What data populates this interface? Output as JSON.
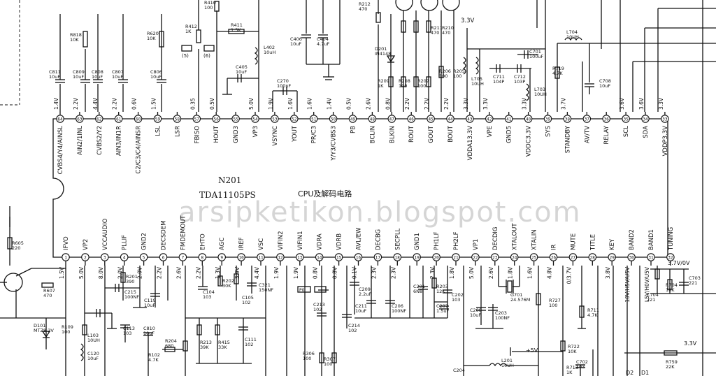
{
  "ic": {
    "ref": "N201",
    "part": "TDA11105PS",
    "title": "CPU及解码电路"
  },
  "watermark": "arsipketikon.blogspot.com",
  "supplies": {
    "top": "3.3V",
    "right_mid": "3.7V/0V",
    "bottom_right": "3.3V",
    "bottom_mid": "+5V"
  },
  "top_pins": [
    {
      "num": "64",
      "name": "CVBS4/Y4/AINSL",
      "v": "1.4V"
    },
    {
      "num": "63",
      "name": "AIN2/1INL",
      "v": "2.2V"
    },
    {
      "num": "62",
      "name": "CVBS2/Y2",
      "v": "4.4V"
    },
    {
      "num": "61",
      "name": "AIN3/IN1R",
      "v": "2.2V"
    },
    {
      "num": "60",
      "name": "C2/C3/C4/AINSR",
      "v": "0.6V"
    },
    {
      "num": "59",
      "name": "LSL",
      "v": "1.5V"
    },
    {
      "num": "58",
      "name": "LSR",
      "v": ""
    },
    {
      "num": "57",
      "name": "FBISO",
      "v": "0.35"
    },
    {
      "num": "56",
      "name": "HOUT",
      "v": "0.5V"
    },
    {
      "num": "55",
      "name": "GND3",
      "v": ""
    },
    {
      "num": "54",
      "name": "VP3",
      "v": "5.0V"
    },
    {
      "num": "53",
      "name": "VSYNC",
      "v": "1.9V"
    },
    {
      "num": "52",
      "name": "YOUT",
      "v": "1.6V"
    },
    {
      "num": "51",
      "name": "PR/C3",
      "v": "1.6V"
    },
    {
      "num": "50",
      "name": "Y/Y3/CVBS3",
      "v": "1.4V"
    },
    {
      "num": "49",
      "name": "PB",
      "v": "0.5V"
    },
    {
      "num": "48",
      "name": "BCLIN",
      "v": "2.6V"
    },
    {
      "num": "47",
      "name": "BLKIN",
      "v": "0.8V"
    },
    {
      "num": "46",
      "name": "ROUT",
      "v": "2.2V"
    },
    {
      "num": "45",
      "name": "GOUT",
      "v": "2.2V"
    },
    {
      "num": "44",
      "name": "BOUT",
      "v": "2.2V"
    },
    {
      "num": "43",
      "name": "VDDA13.3V",
      "v": "3.3V"
    },
    {
      "num": "42",
      "name": "VPE",
      "v": "3.3V"
    },
    {
      "num": "41",
      "name": "GND5",
      "v": ""
    },
    {
      "num": "40",
      "name": "VDDC3.3V",
      "v": "3.3V"
    },
    {
      "num": "39",
      "name": "SYS",
      "v": ""
    },
    {
      "num": "38",
      "name": "STANDBY",
      "v": "3.7V"
    },
    {
      "num": "37",
      "name": "AV/TV",
      "v": ""
    },
    {
      "num": "36",
      "name": "RELAY",
      "v": ""
    },
    {
      "num": "35",
      "name": "SCL",
      "v": "3.6V"
    },
    {
      "num": "34",
      "name": "SDA",
      "v": "3.6V"
    },
    {
      "num": "33",
      "name": "VDDP3.3V",
      "v": "3.3V"
    }
  ],
  "bottom_pins": [
    {
      "num": "1",
      "name": "IFVO",
      "v": "1.5V"
    },
    {
      "num": "2",
      "name": "VP2",
      "v": "5.0V"
    },
    {
      "num": "3",
      "name": "VCCAUDIO",
      "v": "8.0V"
    },
    {
      "num": "4",
      "name": "PLLIF",
      "v": "2.0V"
    },
    {
      "num": "5",
      "name": "GND2",
      "v": "2.0V"
    },
    {
      "num": "6",
      "name": "DECSDEM",
      "v": "2.2V"
    },
    {
      "num": "7",
      "name": "FMDEMOUT",
      "v": "2.6V"
    },
    {
      "num": "8",
      "name": "EHTO",
      "v": "2.2V"
    },
    {
      "num": "9",
      "name": "AGC",
      "v": "1.3V"
    },
    {
      "num": "10",
      "name": "IREF",
      "v": "3.9V"
    },
    {
      "num": "11",
      "name": "VSC",
      "v": "4.4V"
    },
    {
      "num": "12",
      "name": "VIFIN2",
      "v": "1.9V"
    },
    {
      "num": "13",
      "name": "VIFIN1",
      "v": "1.9V"
    },
    {
      "num": "14",
      "name": "VDRA",
      "v": "0.8V"
    },
    {
      "num": "15",
      "name": "VDRB",
      "v": "0.8V"
    },
    {
      "num": "16",
      "name": "AVL/EW",
      "v": "0.1V"
    },
    {
      "num": "17",
      "name": "DECBG",
      "v": "2.3V"
    },
    {
      "num": "18",
      "name": "SECPLL",
      "v": "2.3V"
    },
    {
      "num": "19",
      "name": "GND1",
      "v": ""
    },
    {
      "num": "20",
      "name": "PH1LF",
      "v": "2.3V"
    },
    {
      "num": "21",
      "name": "PH2LF",
      "v": "1.8V"
    },
    {
      "num": "22",
      "name": "VP1",
      "v": "5.0V"
    },
    {
      "num": "23",
      "name": "DECDIG",
      "v": "2.6V"
    },
    {
      "num": "24",
      "name": "XTALOUT",
      "v": "1.8V"
    },
    {
      "num": "25",
      "name": "XTALIN",
      "v": "1.6V"
    },
    {
      "num": "26",
      "name": "IR",
      "v": "4.8V"
    },
    {
      "num": "27",
      "name": "MUTE",
      "v": "0/3.7V"
    },
    {
      "num": "28",
      "name": "TITLE",
      "v": ""
    },
    {
      "num": "29",
      "name": "KEY",
      "v": "3.8V"
    },
    {
      "num": "30",
      "name": "BAND2",
      "v": "10V/H5V/U5V"
    },
    {
      "num": "31",
      "name": "BAND1",
      "v": "L5V/H0V/U5V"
    },
    {
      "num": "32",
      "name": "TUNING",
      "v": ""
    }
  ],
  "components": {
    "top": [
      "C811\n10uF",
      "C809\n10uF",
      "C808\n10uF",
      "C807\n10uF",
      "C806\n10uF",
      "R818\n10K",
      "R620\n10K",
      "R412\n1K",
      "R410\n100",
      "R411\n1.5K",
      "L402\n10uH",
      "C405\n10uF",
      "C406\n10uF",
      "C404\n4.7uF",
      "C270\n100nF",
      "R212\n470",
      "R211\n470",
      "R210\n470",
      "R209\n1K",
      "R208\n100",
      "R207\n100",
      "R206\n100",
      "R205\n100",
      "D201\nIN4148",
      "L705\n10UH",
      "C711\n104P",
      "C712\n103P",
      "L703\n10UH",
      "C701\n100uF",
      "L704\n10UH",
      "R719\n4.7K",
      "C708\n10uF"
    ],
    "bottom": [
      "R605\n220",
      "R607\n470",
      "D101\nMTZ8.2V",
      "R109\n100",
      "L103\n10UH",
      "C120\n10uF",
      "C113\n103",
      "C810\n10uF",
      "R102\n4.7K",
      "R204\n680",
      "R213\n39K",
      "R415\n33K",
      "C111\n102",
      "R201\n390",
      "C215\n100NF",
      "C119\n10uF",
      "C104\n103",
      "R202\n30K",
      "C105\n102",
      "C321\n150NF",
      "C213\n102",
      "C214\n102",
      "R306\n100",
      "R307\n100",
      "C209\n2.2uF",
      "C211\n10uF",
      "C206\n100NF",
      "C201\n6N8",
      "R203\n12K",
      "C207\n1.5uF",
      "C202\n103",
      "C208\n10uF",
      "C203\n100NF",
      "G701\n24.576M",
      "R727\n100",
      "R711\n4.7K",
      "R722\n10K",
      "R713\n1K",
      "C704\n221",
      "C703\n221",
      "R704\n10K",
      "L201\n10UH",
      "C204",
      "C702\n103",
      "R759\n22K"
    ]
  },
  "connectors": [
    "(5)",
    "(6)",
    "P0",
    "D1",
    "D2"
  ]
}
